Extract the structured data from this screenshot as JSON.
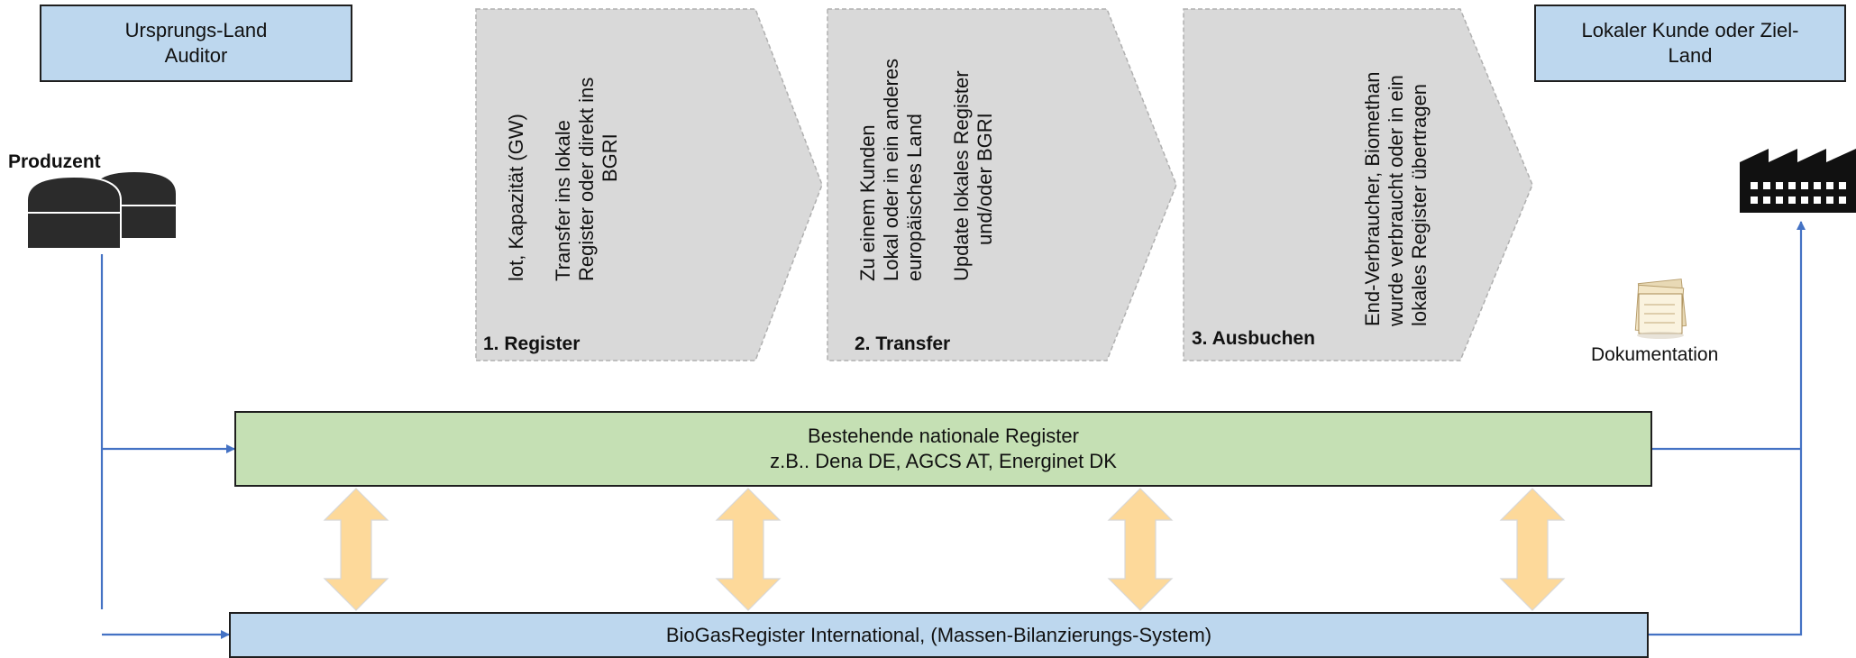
{
  "auditor_box": "Ursprungs-Land\nAuditor",
  "target_box": "Lokaler Kunde oder Ziel-\nLand",
  "producer_label": "Produzent",
  "documentation_label": "Dokumentation",
  "steps": [
    {
      "label": "1.   Register",
      "lines": [
        "lot, Kapazität (GW)",
        "",
        "Transfer ins lokale",
        "Register oder direkt ins",
        "BGRI"
      ]
    },
    {
      "label": "2. Transfer",
      "lines": [
        "Zu einem Kunden",
        "Lokal oder in ein anderes",
        "europäisches Land",
        "",
        "Update lokales Register",
        "und/oder BGRI"
      ]
    },
    {
      "label": "3. Ausbuchen",
      "lines": [
        "End-Verbraucher, Biomethan",
        "wurde verbraucht oder in ein",
        "lokales Register übertragen"
      ]
    }
  ],
  "national_register": {
    "line1": "Bestehende nationale Register",
    "line2": "z.B.. Dena DE, AGCS AT, Energinet DK"
  },
  "bgri_bar": "BioGasRegister International, (Massen-Bilanzierungs-System)",
  "colors": {
    "blue_box": "#bdd7ee",
    "green_box": "#c5e0b4",
    "connector": "#4472c4",
    "chevron": "#d9d9d9",
    "double_arrow": "#fdd99a"
  }
}
